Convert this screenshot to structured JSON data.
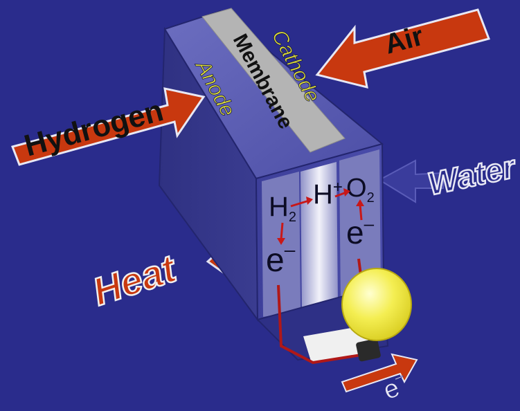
{
  "labels": {
    "hydrogen": "Hydrogen",
    "air": "Air",
    "water": "Water",
    "heat": "Heat",
    "anode": "Anode",
    "membrane": "Membrane",
    "cathode": "Cathode",
    "h2": "H",
    "h2_sub": "2",
    "h_plus": "H",
    "h_plus_sup": "+",
    "o2": "O",
    "o2_sub": "2",
    "electron_left": "e",
    "electron_right": "e",
    "electron_bottom": "e",
    "electron_sup": "–"
  },
  "colors": {
    "background": "#2a2c8c",
    "input_arrow": "#c8380f",
    "anode_cathode_text": "#dede3a",
    "membrane": "#b4b4b4",
    "bulb": "#f4ee52",
    "wire": "#b01818"
  },
  "icons": [
    "lightbulb-icon",
    "reaction-arrow-icon"
  ]
}
